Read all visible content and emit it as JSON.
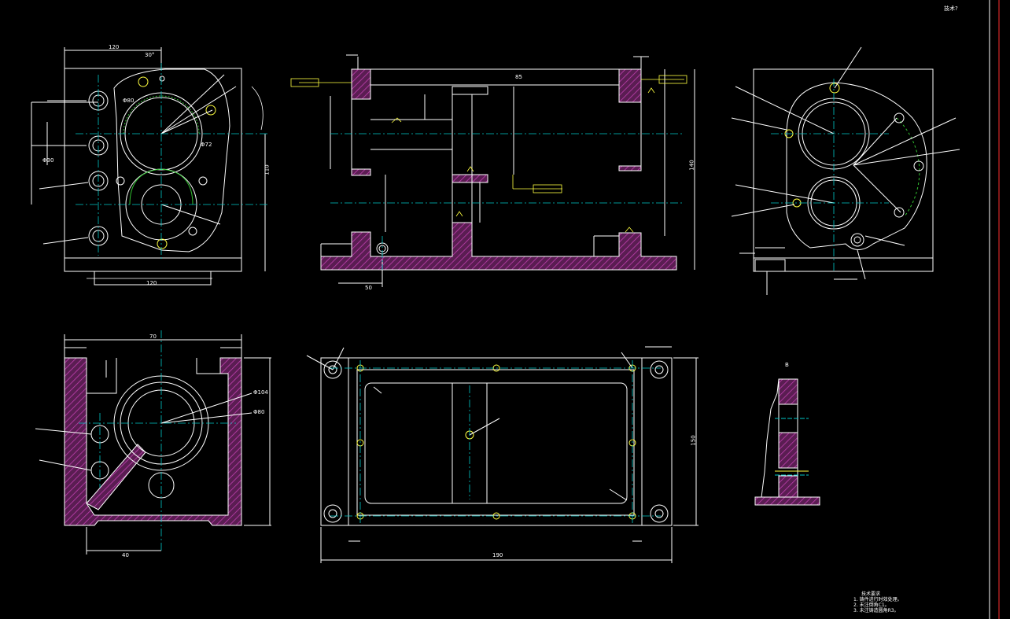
{
  "drawing": {
    "corner_mark": "技术?",
    "colors": {
      "background": "#000000",
      "outline": "#ffffff",
      "centerline": "#00c8c8",
      "hatch": "#b0309a",
      "annotation": "#ffff40",
      "dimension": "#ffffff",
      "green_arc": "#30c030"
    },
    "labels": {
      "front_top_dim": "120",
      "front_bottom_dim": "120",
      "front_right_dim": "110",
      "phi_80": "Φ80",
      "phi_72": "Φ72",
      "phi_30": "Φ30",
      "angle_30": "30°",
      "section_top_dim": "85",
      "section_right_dim": "140",
      "section_left_dim": "50",
      "plan_top_dim": "70",
      "plan_phi104": "Φ104",
      "plan_phi80": "Φ80",
      "plan_left_dim": "40",
      "bottom_total_dim": "190",
      "bottom_right_dim": "150",
      "detail_label": "B"
    },
    "tech_notes": {
      "title": "技术要求",
      "lines": [
        "1. 铸件进行时效处理。",
        "2. 未注倒角C1。",
        "3. 未注铸造圆角R3。"
      ]
    }
  }
}
